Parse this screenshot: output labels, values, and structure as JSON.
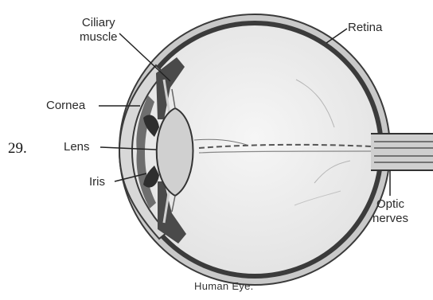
{
  "question_number": "29.",
  "diagram": {
    "caption": "Human Eye.",
    "labels": {
      "ciliary_muscle_line1": "Ciliary",
      "ciliary_muscle_line2": "muscle",
      "retina": "Retina",
      "cornea": "Cornea",
      "lens": "Lens",
      "iris": "Iris",
      "optic_line1": "Optic",
      "optic_line2": "nerves"
    }
  }
}
